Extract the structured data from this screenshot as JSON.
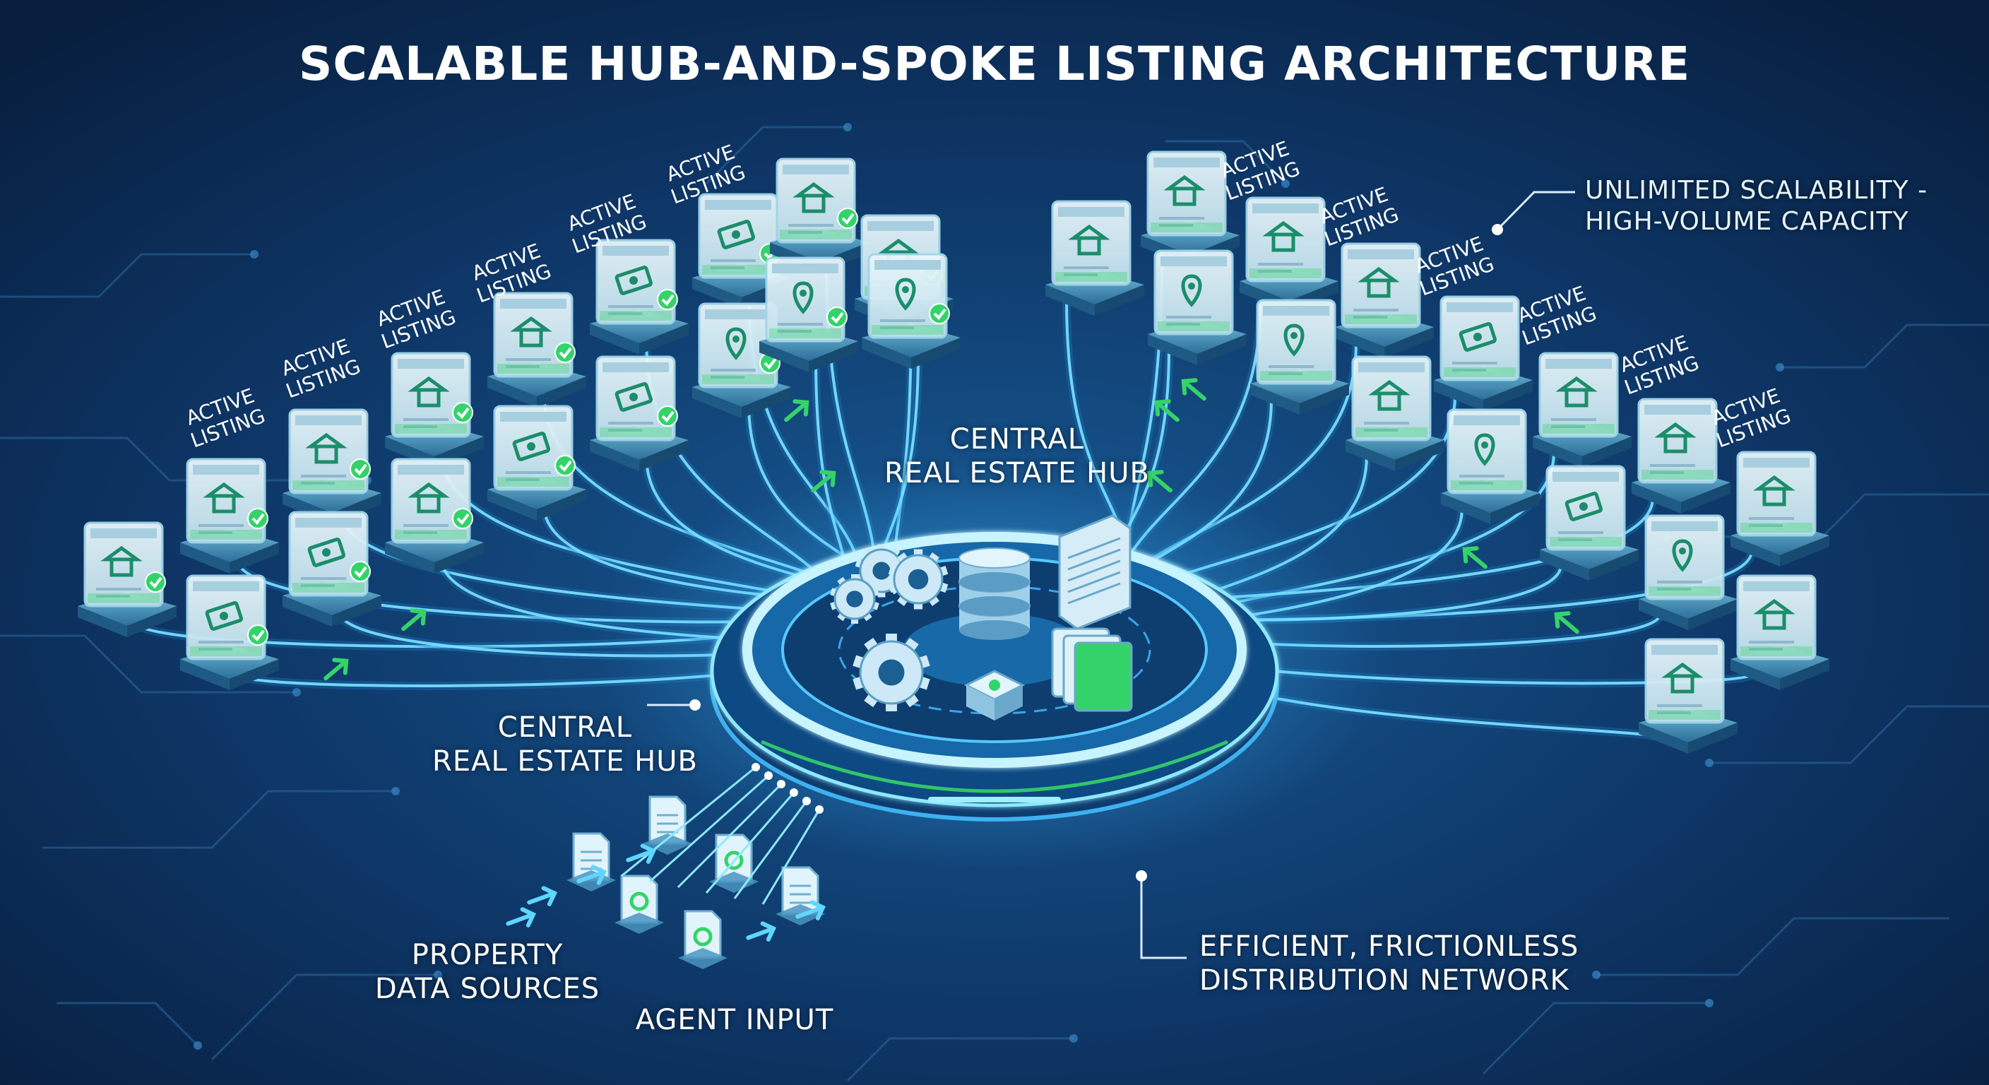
{
  "title": "SCALABLE HUB-AND-SPOKE LISTING ARCHITECTURE",
  "labels": {
    "hub_top": [
      "CENTRAL",
      "REAL ESTATE HUB"
    ],
    "hub_left": [
      "CENTRAL",
      "REAL ESTATE HUB"
    ],
    "scalability": [
      "UNLIMITED SCALABILITY -",
      "HIGH-VOLUME CAPACITY"
    ],
    "distribution": [
      "EFFICIENT, FRICTIONLESS",
      "DISTRIBUTION NETWORK"
    ],
    "data_sources": [
      "PROPERTY",
      "DATA SOURCES"
    ],
    "agent_input": "AGENT INPUT"
  },
  "listing_tag": [
    "ACTIVE",
    "LISTING"
  ],
  "colors": {
    "background": "#0b2850",
    "glow": "#5fd6ff",
    "accent_green": "#34d36a",
    "card_face": "#dbeef6"
  },
  "icons": {
    "listing_icons": [
      "house-icon",
      "map-pin-icon",
      "money-icon"
    ],
    "hub_icons": [
      "gear-icon",
      "database-icon",
      "server-icon",
      "folder-icon",
      "chip-icon"
    ],
    "input_icons": [
      "document-icon",
      "gear-document-icon"
    ]
  }
}
